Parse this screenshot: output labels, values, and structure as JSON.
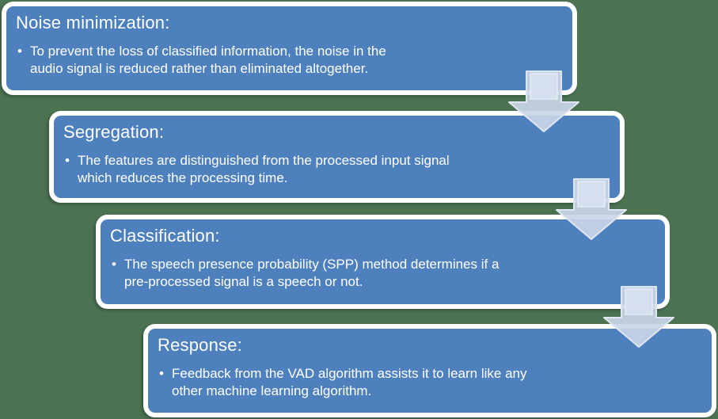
{
  "colors": {
    "background": "#4B7251",
    "box_fill": "#4E80BD",
    "box_border": "#FFFFFF",
    "arrow_fill": "#C9D5E7",
    "arrow_highlight": "#D7DFEE",
    "text": "#FFFFFF"
  },
  "diagram": {
    "kind": "step-down-process",
    "bullet_char": "•",
    "steps": [
      {
        "title": "Noise minimization:",
        "lines": [
          "To prevent the loss of classified information, the noise in the",
          "audio signal is reduced rather than eliminated altogether."
        ]
      },
      {
        "title": "Segregation:",
        "lines": [
          "The features are distinguished from the processed input signal",
          "which reduces the processing time."
        ]
      },
      {
        "title": "Classification:",
        "lines": [
          "The speech presence probability (SPP) method determines if a",
          "pre-processed signal is a speech or not."
        ]
      },
      {
        "title": "Response:",
        "lines": [
          "Feedback from the VAD algorithm assists it to learn like any",
          "other machine learning algorithm."
        ]
      }
    ]
  }
}
